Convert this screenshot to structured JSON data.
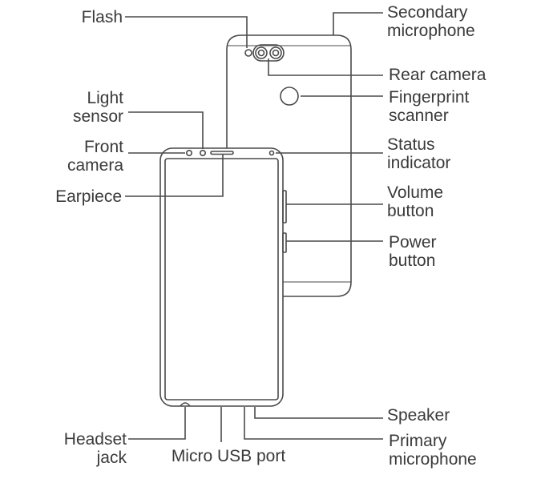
{
  "labels": {
    "flash": [
      "Flash"
    ],
    "light_sensor": [
      "Light",
      "sensor"
    ],
    "front_camera": [
      "Front",
      "camera"
    ],
    "earpiece": [
      "Earpiece"
    ],
    "headset_jack": [
      "Headset",
      "jack"
    ],
    "micro_usb_port": [
      "Micro USB port"
    ],
    "secondary_microphone": [
      "Secondary",
      "microphone"
    ],
    "rear_camera": [
      "Rear camera"
    ],
    "fingerprint_scanner": [
      "Fingerprint",
      "scanner"
    ],
    "status_indicator": [
      "Status",
      "indicator"
    ],
    "volume_button": [
      "Volume",
      "button"
    ],
    "power_button": [
      "Power",
      "button"
    ],
    "speaker": [
      "Speaker"
    ],
    "primary_microphone": [
      "Primary",
      "microphone"
    ]
  },
  "colors": {
    "line": "#4a4a4a",
    "text": "#3a3a3a",
    "background": "#ffffff"
  }
}
